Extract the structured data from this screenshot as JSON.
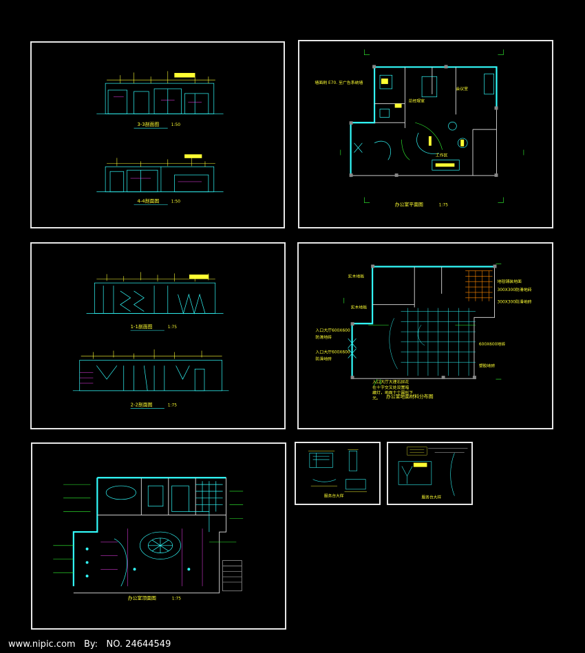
{
  "sheets": {
    "s1": {
      "caption_a": "3-3剖面图",
      "scale_a": "1:50",
      "caption_b": "4-4剖面图",
      "scale_b": "1:50"
    },
    "s2": {
      "caption": "办公室平面图",
      "scale": "1:75",
      "note_a": "墙面刷 E70. 至广告系统墙",
      "room_a": "总经理室",
      "room_b": "会议室",
      "room_c": "工作区"
    },
    "s3": {
      "caption_a": "1-1剖面图",
      "scale_a": "1:75",
      "caption_b": "2-2剖面图",
      "scale_b": "1:75"
    },
    "s4": {
      "caption": "办公室地面材料分布图",
      "note_1": "实木地板",
      "note_2": "实木地板",
      "note_3": "入口大厅600X600",
      "note_4": "防滑地砖",
      "note_5": "入口大厅600X600",
      "note_6": "防滑地砖",
      "note_7": "入口大厅大理石拼花",
      "note_8": "在十字交叉处设置暗",
      "note_9": "藏灯，地面十个圆形下",
      "note_10": "光。",
      "note_r1": "地毯铺装地面",
      "note_r2": "300X300防滑地砖",
      "note_r3": "300X300防滑地砖",
      "note_r4": "600X600地砖",
      "note_r5": "塑胶地砖"
    },
    "s5": {
      "caption": "办公室顶面图",
      "scale": "1:75"
    },
    "s6": {
      "caption": "服务台大样"
    },
    "s7": {
      "caption": "服务台大样"
    }
  },
  "watermark": {
    "left": "www.nipic.com",
    "sep": "By:",
    "id_label": "NO.",
    "id": "24644549"
  }
}
